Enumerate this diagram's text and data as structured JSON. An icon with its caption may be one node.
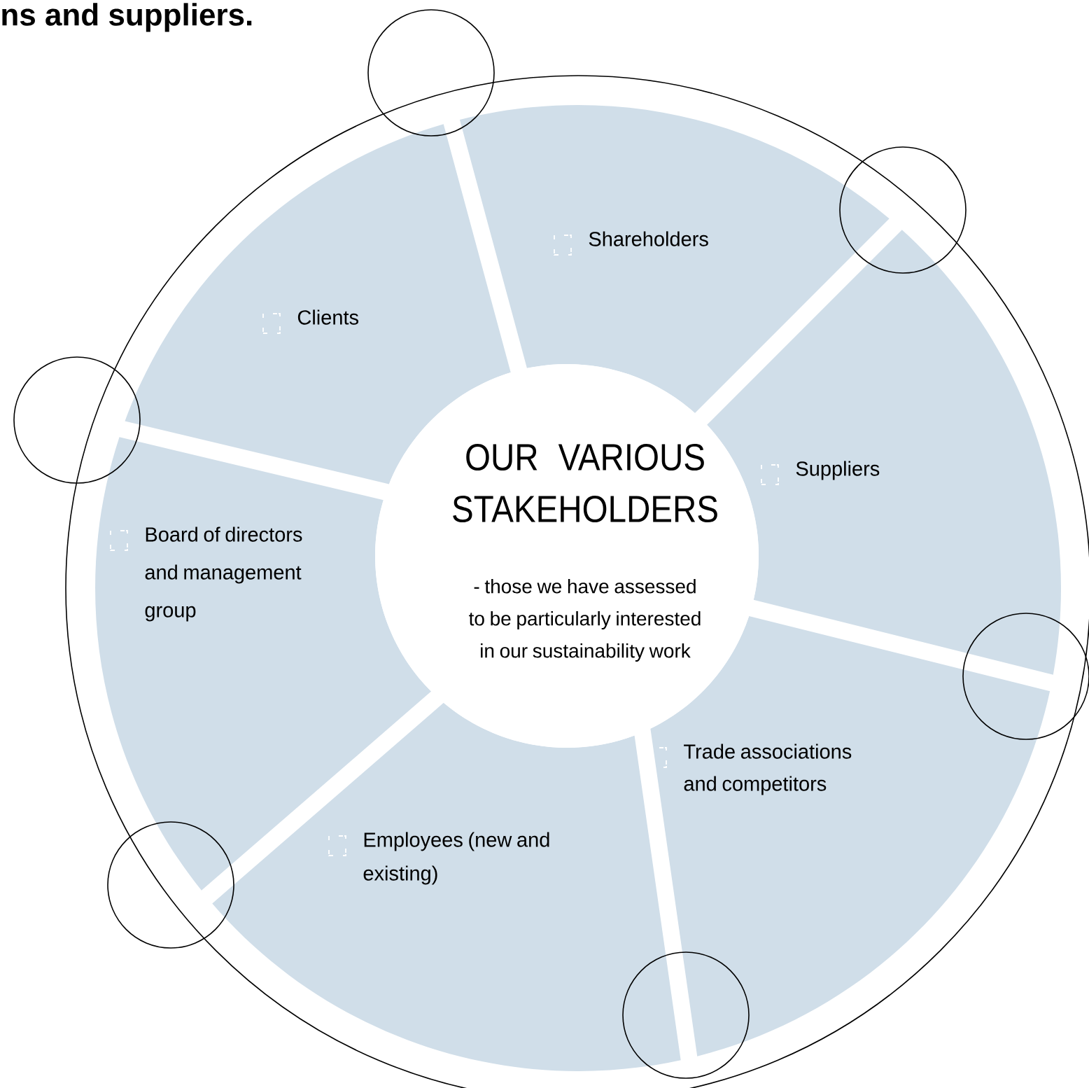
{
  "diagram": {
    "nodes": [
      {
        "text": [
          "Shareholders"
        ]
      },
      {
        "text": [
          "Clients"
        ]
      },
      {
        "text": [
          "OUR VARIOUS STAKEHOLDERS",
          "- those we have assessed to be particularly interested in our sustainability work"
        ]
      },
      {
        "text": [
          "Suppliers"
        ]
      },
      {
        "text": [
          "Board of directors and management group"
        ]
      },
      {
        "text": [
          "Trade associations and competitors"
        ]
      },
      {
        "text": [
          "Employees (new and existing)"
        ]
      },
      {
        "text": [],
        "shape": "circle"
      },
      {
        "text": [],
        "shape": "circle"
      },
      {
        "text": [],
        "shape": "circle"
      },
      {
        "text": [],
        "shape": "circle"
      },
      {
        "text": [],
        "shape": "circle"
      },
      {
        "text": [],
        "shape": "circle"
      }
    ],
    "labels": [
      "ns and suppliers."
    ]
  }
}
